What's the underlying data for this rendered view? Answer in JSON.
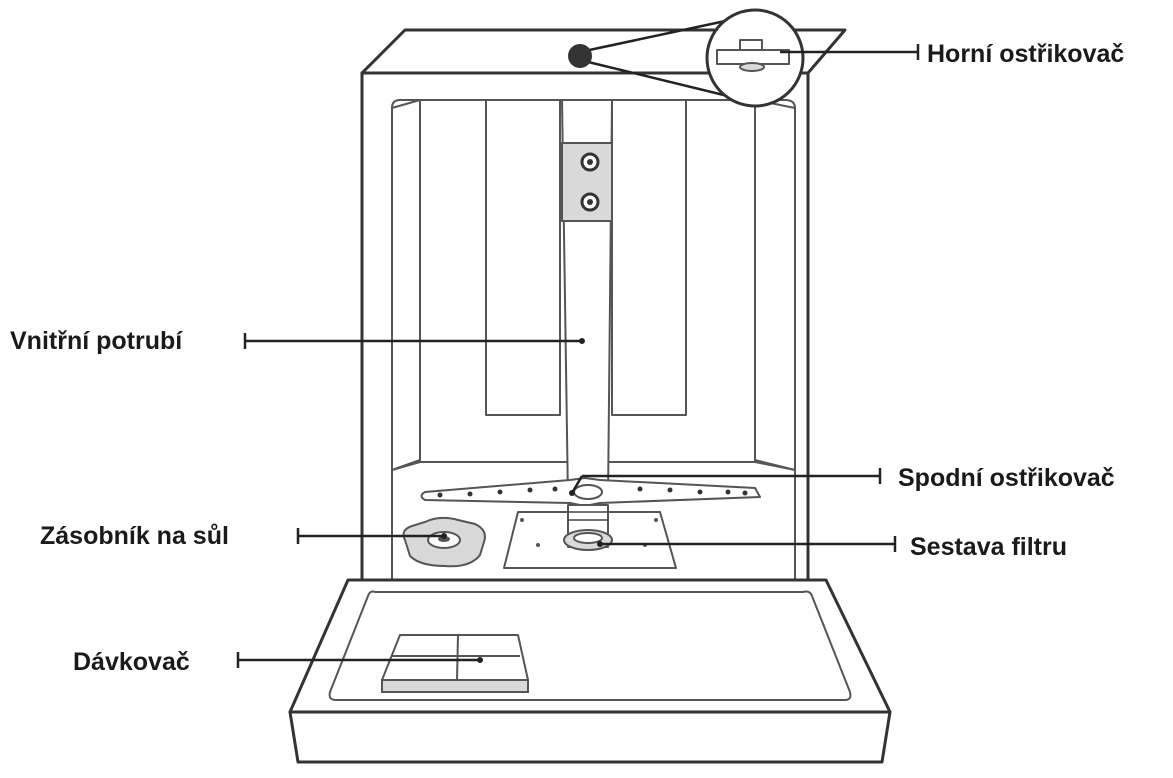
{
  "diagram": {
    "labels": {
      "upper_spray_arm": "Horní ostřikovač",
      "inner_pipe": "Vnitřní potrubí",
      "lower_spray_arm": "Spodní ostřikovač",
      "salt_container": "Zásobník na sůl",
      "filter_assembly": "Sestava filtru",
      "dispenser": "Dávkovač"
    },
    "colors": {
      "outline": "#333333",
      "fill": "#ffffff",
      "callout_dot": "#333333"
    }
  }
}
